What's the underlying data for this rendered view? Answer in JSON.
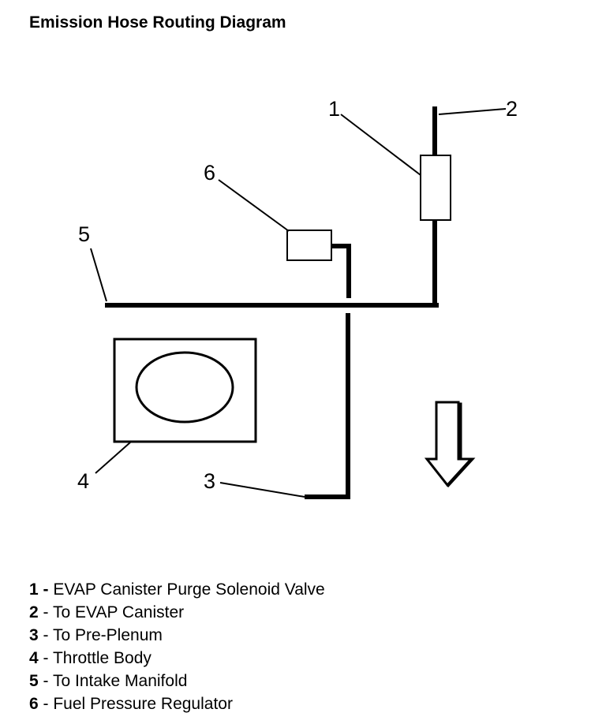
{
  "title": "Emission Hose Routing Diagram",
  "callouts": [
    "1",
    "2",
    "3",
    "4",
    "5",
    "6"
  ],
  "legend": [
    {
      "num": "1",
      "sep": " - ",
      "text": "EVAP Canister Purge Solenoid Valve"
    },
    {
      "num": "2",
      "sep": " - ",
      "text": "To EVAP Canister"
    },
    {
      "num": "3",
      "sep": " - ",
      "text": "To Pre-Plenum"
    },
    {
      "num": "4",
      "sep": " - ",
      "text": "Throttle Body"
    },
    {
      "num": "5",
      "sep": " - ",
      "text": "To Intake Manifold"
    },
    {
      "num": "6",
      "sep": " - ",
      "text": "Fuel Pressure Regulator"
    }
  ]
}
